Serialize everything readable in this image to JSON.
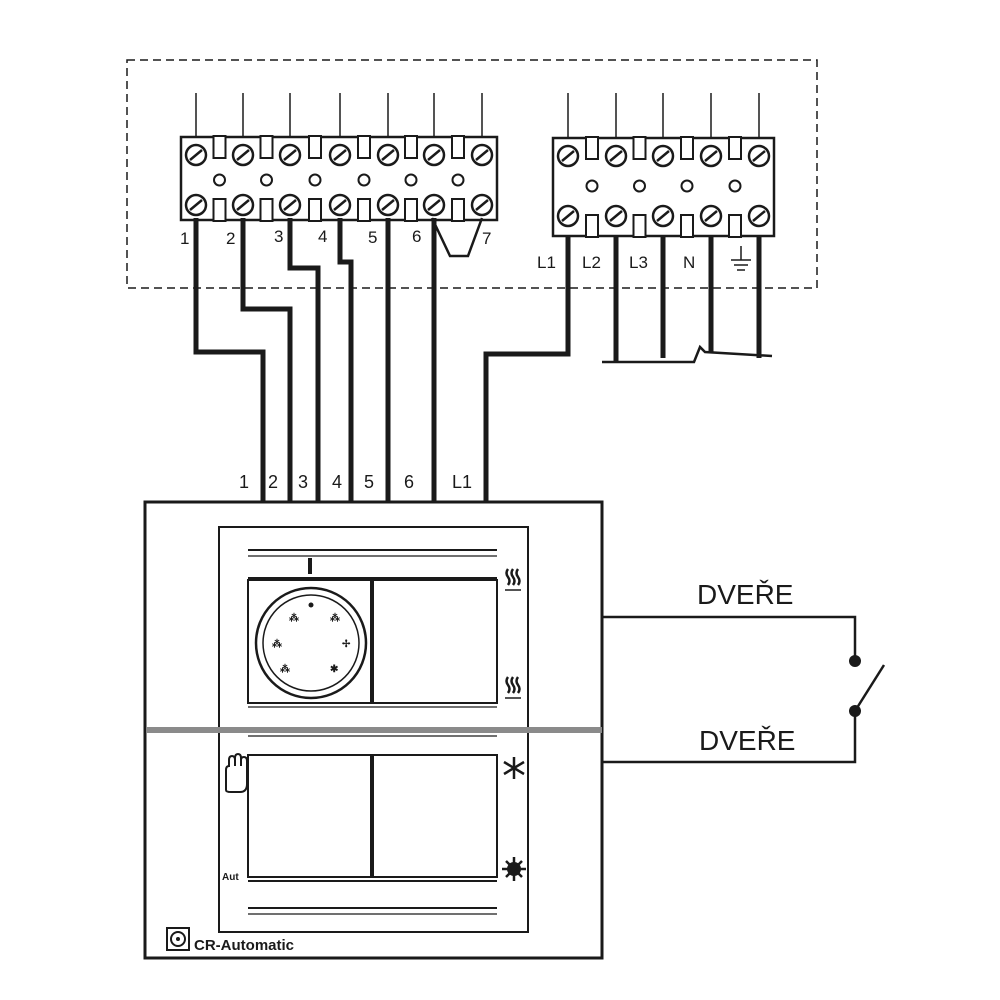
{
  "control_terminals": [
    "1",
    "2",
    "3",
    "4",
    "5",
    "6",
    "7"
  ],
  "power_terminals": [
    "L1",
    "L2",
    "L3",
    "N"
  ],
  "ground_symbol": "ground-icon",
  "bus_labels": [
    "1",
    "2",
    "3",
    "4",
    "5",
    "6",
    "L1"
  ],
  "door_top_label": "DVEŘE",
  "door_bottom_label": "DVEŘE",
  "panel": {
    "brand": "CR-Automatic",
    "auto_label": "Aut",
    "icons": [
      "heat-wave-icon",
      "heat-wave-icon",
      "hand-icon",
      "snowflake-icon",
      "sun-icon"
    ]
  }
}
